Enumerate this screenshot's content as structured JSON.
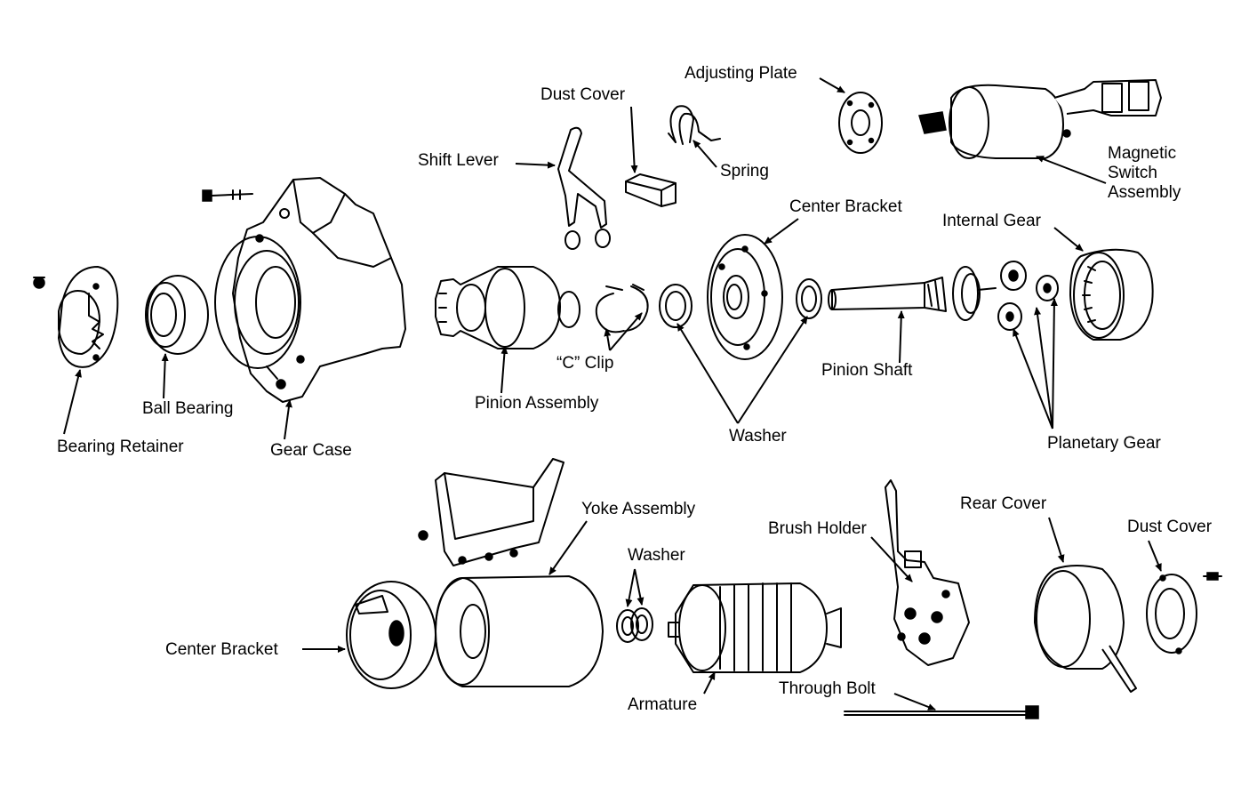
{
  "labels": {
    "adjusting_plate": "Adjusting Plate",
    "dust_cover_top": "Dust Cover",
    "shift_lever": "Shift Lever",
    "spring": "Spring",
    "magnetic_switch_1": "Magnetic",
    "magnetic_switch_2": "Switch",
    "magnetic_switch_3": "Assembly",
    "center_bracket_top": "Center Bracket",
    "internal_gear": "Internal Gear",
    "c_clip": "“C” Clip",
    "pinion_shaft": "Pinion Shaft",
    "ball_bearing": "Ball Bearing",
    "pinion_assembly": "Pinion Assembly",
    "bearing_retainer": "Bearing Retainer",
    "gear_case": "Gear Case",
    "washer_top": "Washer",
    "planetary_gear": "Planetary Gear",
    "yoke_assembly": "Yoke Assembly",
    "rear_cover": "Rear Cover",
    "dust_cover_bottom": "Dust Cover",
    "brush_holder": "Brush Holder",
    "washer_bottom": "Washer",
    "center_bracket_bottom": "Center Bracket",
    "through_bolt": "Through Bolt",
    "armature": "Armature"
  }
}
